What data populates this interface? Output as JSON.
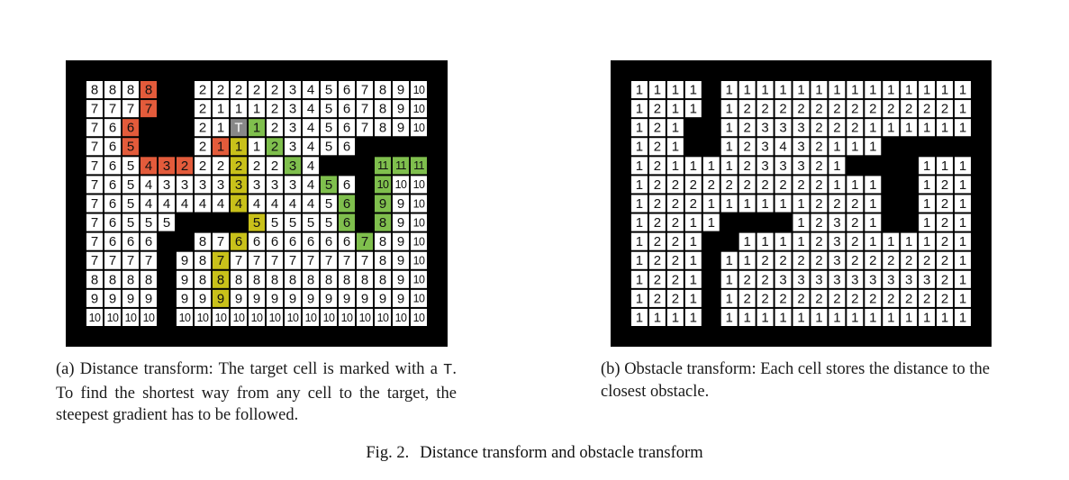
{
  "figure_a": {
    "grid_rows": [
      [
        "8",
        "8",
        "8",
        "8",
        "",
        "",
        "2",
        "2",
        "2",
        "2",
        "2",
        "3",
        "4",
        "5",
        "6",
        "7",
        "8",
        "9",
        "10"
      ],
      [
        "7",
        "7",
        "7",
        "7",
        "",
        "",
        "2",
        "1",
        "1",
        "1",
        "2",
        "3",
        "4",
        "5",
        "6",
        "7",
        "8",
        "9",
        "10"
      ],
      [
        "7",
        "6",
        "6",
        "",
        "",
        "",
        "2",
        "1",
        "T",
        "1",
        "2",
        "3",
        "4",
        "5",
        "6",
        "7",
        "8",
        "9",
        "10"
      ],
      [
        "7",
        "6",
        "5",
        "",
        "",
        "",
        "2",
        "1",
        "1",
        "1",
        "2",
        "3",
        "4",
        "5",
        "6",
        "",
        "",
        "",
        ""
      ],
      [
        "7",
        "6",
        "5",
        "4",
        "3",
        "2",
        "2",
        "2",
        "2",
        "2",
        "2",
        "3",
        "4",
        "",
        "",
        "",
        "11",
        "11",
        "11"
      ],
      [
        "7",
        "6",
        "5",
        "4",
        "3",
        "3",
        "3",
        "3",
        "3",
        "3",
        "3",
        "3",
        "4",
        "5",
        "6",
        "",
        "10",
        "10",
        "10"
      ],
      [
        "7",
        "6",
        "5",
        "4",
        "4",
        "4",
        "4",
        "4",
        "4",
        "4",
        "4",
        "4",
        "4",
        "5",
        "6",
        "",
        "9",
        "9",
        "10"
      ],
      [
        "7",
        "6",
        "5",
        "5",
        "5",
        "",
        "",
        "",
        "",
        "5",
        "5",
        "5",
        "5",
        "5",
        "6",
        "",
        "8",
        "9",
        "10"
      ],
      [
        "7",
        "6",
        "6",
        "6",
        "",
        "",
        "8",
        "7",
        "6",
        "6",
        "6",
        "6",
        "6",
        "6",
        "6",
        "7",
        "8",
        "9",
        "10"
      ],
      [
        "7",
        "7",
        "7",
        "7",
        "",
        "9",
        "8",
        "7",
        "7",
        "7",
        "7",
        "7",
        "7",
        "7",
        "7",
        "7",
        "8",
        "9",
        "10"
      ],
      [
        "8",
        "8",
        "8",
        "8",
        "",
        "9",
        "8",
        "8",
        "8",
        "8",
        "8",
        "8",
        "8",
        "8",
        "8",
        "8",
        "8",
        "9",
        "10"
      ],
      [
        "9",
        "9",
        "9",
        "9",
        "",
        "9",
        "9",
        "9",
        "9",
        "9",
        "9",
        "9",
        "9",
        "9",
        "9",
        "9",
        "9",
        "9",
        "10"
      ],
      [
        "10",
        "10",
        "10",
        "10",
        "",
        "10",
        "10",
        "10",
        "10",
        "10",
        "10",
        "10",
        "10",
        "10",
        "10",
        "10",
        "10",
        "10",
        "10"
      ]
    ],
    "cell_colors": [
      [
        ".",
        ".",
        ".",
        "r",
        "#",
        "#",
        ".",
        ".",
        ".",
        ".",
        ".",
        ".",
        ".",
        ".",
        ".",
        ".",
        ".",
        ".",
        "."
      ],
      [
        ".",
        ".",
        ".",
        "r",
        "#",
        "#",
        ".",
        ".",
        ".",
        ".",
        ".",
        ".",
        ".",
        ".",
        ".",
        ".",
        ".",
        ".",
        "."
      ],
      [
        ".",
        ".",
        "r",
        "#",
        "#",
        "#",
        ".",
        ".",
        "t",
        "g",
        ".",
        ".",
        ".",
        ".",
        ".",
        ".",
        ".",
        ".",
        "."
      ],
      [
        ".",
        ".",
        "r",
        "#",
        "#",
        "#",
        ".",
        "r",
        "y",
        ".",
        "g",
        ".",
        ".",
        ".",
        ".",
        "#",
        "#",
        "#",
        "#"
      ],
      [
        ".",
        ".",
        ".",
        "r",
        "r",
        "r",
        ".",
        ".",
        "y",
        ".",
        ".",
        "g",
        ".",
        "#",
        "#",
        "#",
        "g",
        "g",
        "g"
      ],
      [
        ".",
        ".",
        ".",
        ".",
        ".",
        ".",
        ".",
        ".",
        "y",
        ".",
        ".",
        ".",
        ".",
        "g",
        ".",
        "#",
        "g",
        ".",
        "."
      ],
      [
        ".",
        ".",
        ".",
        ".",
        ".",
        ".",
        ".",
        ".",
        "y",
        ".",
        ".",
        ".",
        ".",
        ".",
        "g",
        "#",
        "g",
        ".",
        "."
      ],
      [
        ".",
        ".",
        ".",
        ".",
        ".",
        "#",
        "#",
        "#",
        "#",
        "y",
        ".",
        ".",
        ".",
        ".",
        "g",
        "#",
        "g",
        ".",
        "."
      ],
      [
        ".",
        ".",
        ".",
        ".",
        "#",
        "#",
        ".",
        ".",
        "y",
        ".",
        ".",
        ".",
        ".",
        ".",
        ".",
        "g",
        ".",
        ".",
        "."
      ],
      [
        ".",
        ".",
        ".",
        ".",
        "#",
        ".",
        ".",
        "y",
        ".",
        ".",
        ".",
        ".",
        ".",
        ".",
        ".",
        ".",
        ".",
        ".",
        "."
      ],
      [
        ".",
        ".",
        ".",
        ".",
        "#",
        ".",
        ".",
        "y",
        ".",
        ".",
        ".",
        ".",
        ".",
        ".",
        ".",
        ".",
        ".",
        ".",
        "."
      ],
      [
        ".",
        ".",
        ".",
        ".",
        "#",
        ".",
        ".",
        "y",
        ".",
        ".",
        ".",
        ".",
        ".",
        ".",
        ".",
        ".",
        ".",
        ".",
        "."
      ],
      [
        ".",
        ".",
        ".",
        ".",
        "#",
        ".",
        ".",
        ".",
        ".",
        ".",
        ".",
        ".",
        ".",
        ".",
        ".",
        ".",
        ".",
        ".",
        "."
      ]
    ],
    "colors": {
      "r": "#e35b3b",
      "g": "#7fbf4d",
      "y": "#c9c11a",
      "t": "#888888",
      ".": "#ffffff",
      "#": "#000000"
    }
  },
  "figure_b": {
    "grid_rows": [
      [
        "1",
        "1",
        "1",
        "1",
        "",
        "1",
        "1",
        "1",
        "1",
        "1",
        "1",
        "1",
        "1",
        "1",
        "1",
        "1",
        "1",
        "1",
        "1"
      ],
      [
        "1",
        "2",
        "1",
        "1",
        "",
        "1",
        "2",
        "2",
        "2",
        "2",
        "2",
        "2",
        "2",
        "2",
        "2",
        "2",
        "2",
        "2",
        "1"
      ],
      [
        "1",
        "2",
        "1",
        "",
        "",
        "1",
        "2",
        "3",
        "3",
        "3",
        "2",
        "2",
        "2",
        "1",
        "1",
        "1",
        "1",
        "1",
        "1"
      ],
      [
        "1",
        "2",
        "1",
        "",
        "",
        "1",
        "2",
        "3",
        "4",
        "3",
        "2",
        "1",
        "1",
        "1",
        "",
        "",
        "",
        "",
        ""
      ],
      [
        "1",
        "2",
        "1",
        "1",
        "1",
        "1",
        "2",
        "3",
        "3",
        "3",
        "2",
        "1",
        "",
        "",
        "",
        "",
        "1",
        "1",
        "1"
      ],
      [
        "1",
        "2",
        "2",
        "2",
        "2",
        "2",
        "2",
        "2",
        "2",
        "2",
        "2",
        "1",
        "1",
        "1",
        "",
        "",
        "1",
        "2",
        "1"
      ],
      [
        "1",
        "2",
        "2",
        "2",
        "1",
        "1",
        "1",
        "1",
        "1",
        "1",
        "2",
        "2",
        "2",
        "1",
        "",
        "",
        "1",
        "2",
        "1"
      ],
      [
        "1",
        "2",
        "2",
        "1",
        "1",
        "",
        "",
        "",
        "",
        "1",
        "2",
        "3",
        "2",
        "1",
        "",
        "",
        "1",
        "2",
        "1"
      ],
      [
        "1",
        "2",
        "2",
        "1",
        "",
        "",
        "1",
        "1",
        "1",
        "1",
        "2",
        "3",
        "2",
        "1",
        "1",
        "1",
        "1",
        "2",
        "1"
      ],
      [
        "1",
        "2",
        "2",
        "1",
        "",
        "1",
        "1",
        "2",
        "2",
        "2",
        "2",
        "3",
        "2",
        "2",
        "2",
        "2",
        "2",
        "2",
        "1"
      ],
      [
        "1",
        "2",
        "2",
        "1",
        "",
        "1",
        "2",
        "2",
        "3",
        "3",
        "3",
        "3",
        "3",
        "3",
        "3",
        "3",
        "3",
        "2",
        "1"
      ],
      [
        "1",
        "2",
        "2",
        "1",
        "",
        "1",
        "2",
        "2",
        "2",
        "2",
        "2",
        "2",
        "2",
        "2",
        "2",
        "2",
        "2",
        "2",
        "1"
      ],
      [
        "1",
        "1",
        "1",
        "1",
        "",
        "1",
        "1",
        "1",
        "1",
        "1",
        "1",
        "1",
        "1",
        "1",
        "1",
        "1",
        "1",
        "1",
        "1"
      ]
    ]
  },
  "caption_a": {
    "part1": "(a) Distance transform: The target cell is marked with a ",
    "mono": "T",
    "part2": ". To find the shortest way from any cell to the target, the steepest gradient has to be followed."
  },
  "caption_b": {
    "text": "(b) Obstacle transform: Each cell stores the distance to the closest obstacle."
  },
  "figure_caption": {
    "label": "Fig. 2.",
    "text": "Distance transform and obstacle transform"
  }
}
